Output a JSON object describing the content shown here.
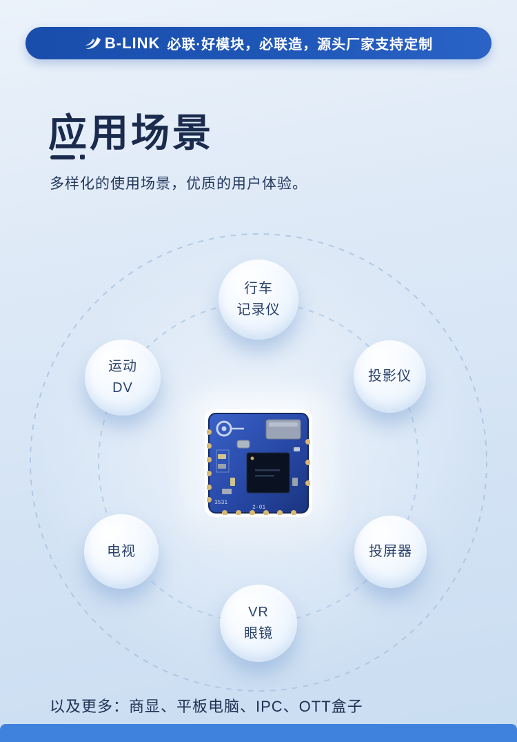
{
  "banner": {
    "logo": "B-LINK",
    "slogan": "必联·好模块，必联造，源头厂家支持定制"
  },
  "header": {
    "title": "应用场景",
    "subtitle": "多样化的使用场景，优质的用户体验。"
  },
  "diagram": {
    "center_image": "wifi-module-pcb",
    "bubbles": [
      {
        "id": "dashcam",
        "lines": [
          "行车",
          "记录仪"
        ]
      },
      {
        "id": "sports-dv",
        "lines": [
          "运动",
          "DV"
        ]
      },
      {
        "id": "projector",
        "lines": [
          "投影仪"
        ]
      },
      {
        "id": "tv",
        "lines": [
          "电视"
        ]
      },
      {
        "id": "caster",
        "lines": [
          "投屏器"
        ]
      },
      {
        "id": "vr",
        "lines": [
          "VR",
          "眼镜"
        ]
      }
    ]
  },
  "footer": {
    "more": "以及更多：商显、平板电脑、IPC、OTT盒子"
  },
  "colors": {
    "banner_bg": "#1e56b6",
    "footer_bar": "#3f82dd",
    "heading_text": "#1b2b4e",
    "background_top": "#ebf2fa",
    "background_bottom": "#c9ddf1"
  }
}
